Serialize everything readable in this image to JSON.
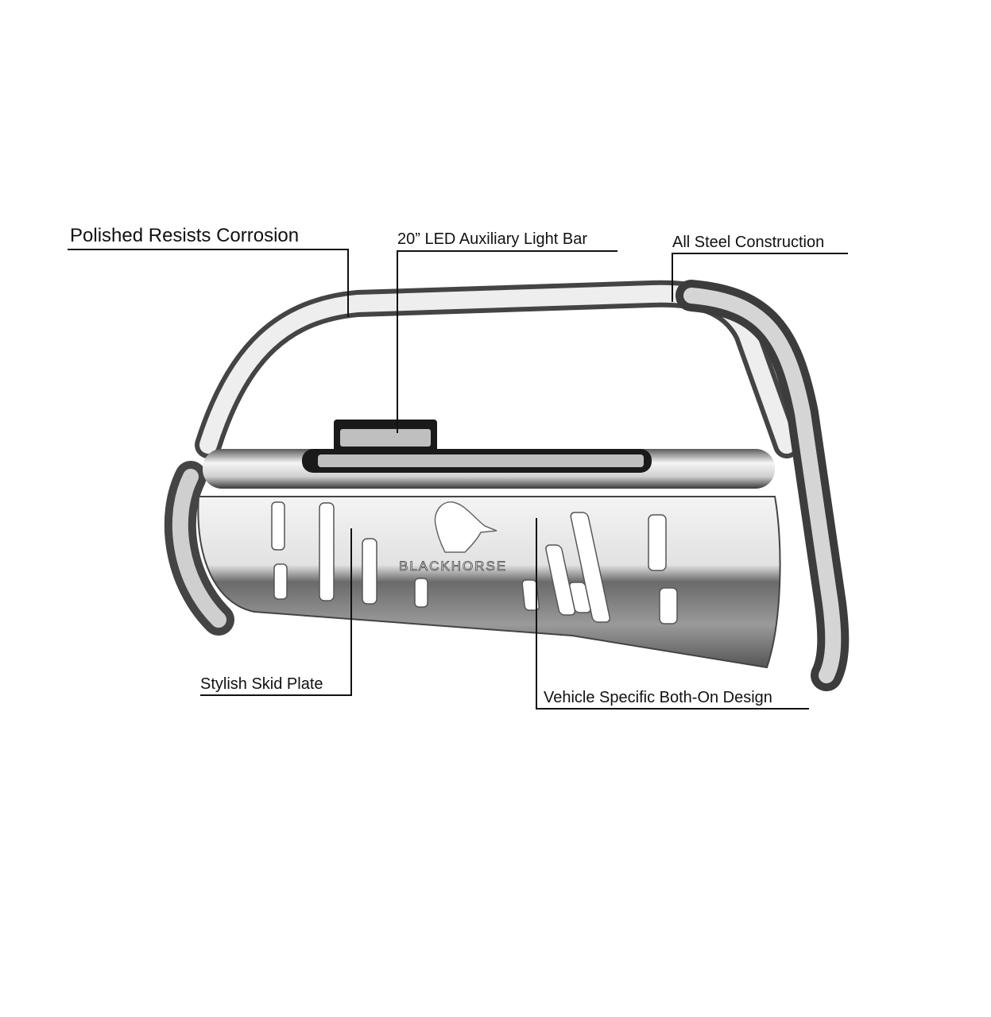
{
  "product": {
    "brand_logo_text": "BLACKHORSE"
  },
  "callouts": [
    {
      "label": "Polished Resists Corrosion"
    },
    {
      "label": "20” LED Auxiliary Light Bar"
    },
    {
      "label": "All Steel Construction"
    },
    {
      "label": "Stylish Skid Plate"
    },
    {
      "label": "Vehicle Specific Both-On Design"
    }
  ],
  "colors": {
    "text": "#111111",
    "chrome_dark": "#4a4a4a",
    "chrome_light": "#f2f2f2",
    "led_housing": "#1a1a1a"
  }
}
